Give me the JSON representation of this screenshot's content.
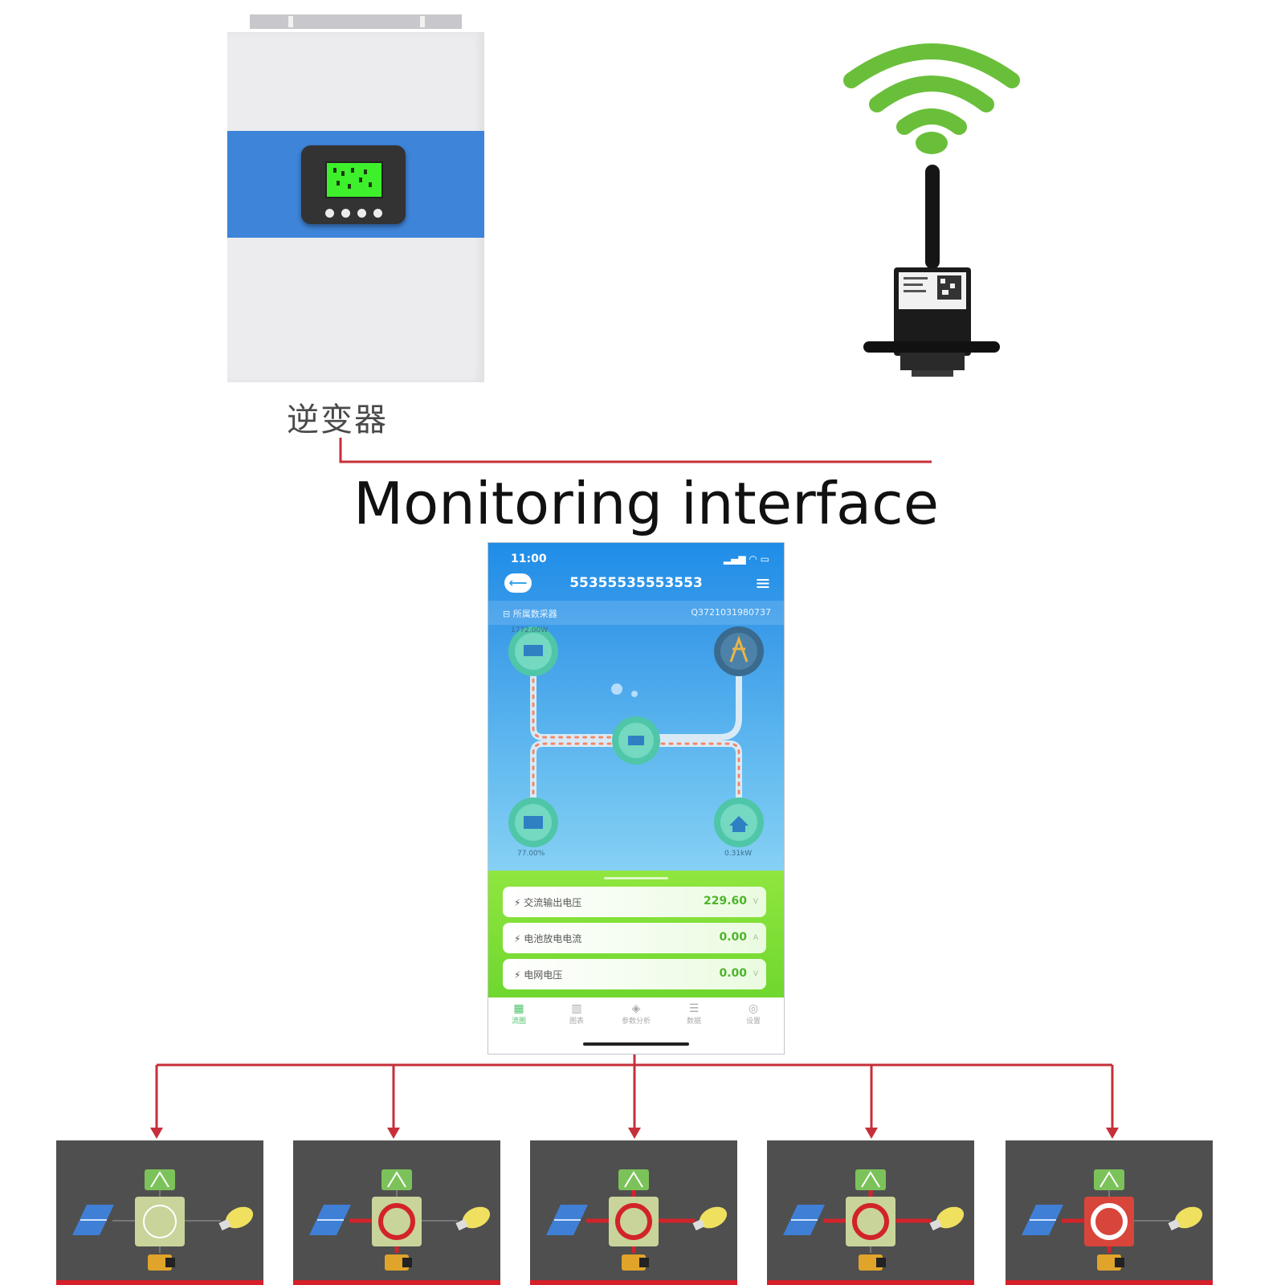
{
  "inverter": {
    "label": "逆变器"
  },
  "title": "Monitoring interface",
  "phone": {
    "status_time": "11:00",
    "device_id": "55355535553553",
    "sub_label": "所属数采器",
    "sub_value": "Q3721031980737",
    "pv_power": "1772.00W",
    "battery_soc": "77.00%",
    "load_power": "0.31kW",
    "metrics": [
      {
        "label": "交流输出电压",
        "value": "229.60",
        "unit": "V"
      },
      {
        "label": "电池放电电流",
        "value": "0.00",
        "unit": "A"
      },
      {
        "label": "电网电压",
        "value": "0.00",
        "unit": "V"
      }
    ],
    "tabs": [
      {
        "label": "流图",
        "icon": "flow-icon"
      },
      {
        "label": "图表",
        "icon": "chart-icon"
      },
      {
        "label": "参数分析",
        "icon": "analysis-icon"
      },
      {
        "label": "数据",
        "icon": "data-icon"
      },
      {
        "label": "设置",
        "icon": "settings-icon"
      }
    ]
  },
  "colors": {
    "inverter_band": "#3e84d8",
    "lcd_green": "#3ef02c",
    "wifi_green": "#6abf3a",
    "connector_red": "#c62f3a",
    "tile_bg": "#4f4f4f",
    "metric_value": "#4db52b"
  },
  "modes": [
    {
      "active_flows": []
    },
    {
      "active_flows": [
        "pv-to-inverter",
        "inverter-to-battery"
      ]
    },
    {
      "active_flows": [
        "pv-to-inverter",
        "inverter-to-load",
        "grid-to-inverter",
        "inverter-to-battery"
      ]
    },
    {
      "active_flows": [
        "pv-to-inverter",
        "inverter-to-load",
        "grid-to-inverter"
      ]
    },
    {
      "active_flows": [
        "pv-to-inverter",
        "battery-to-inverter",
        "fault"
      ]
    }
  ]
}
